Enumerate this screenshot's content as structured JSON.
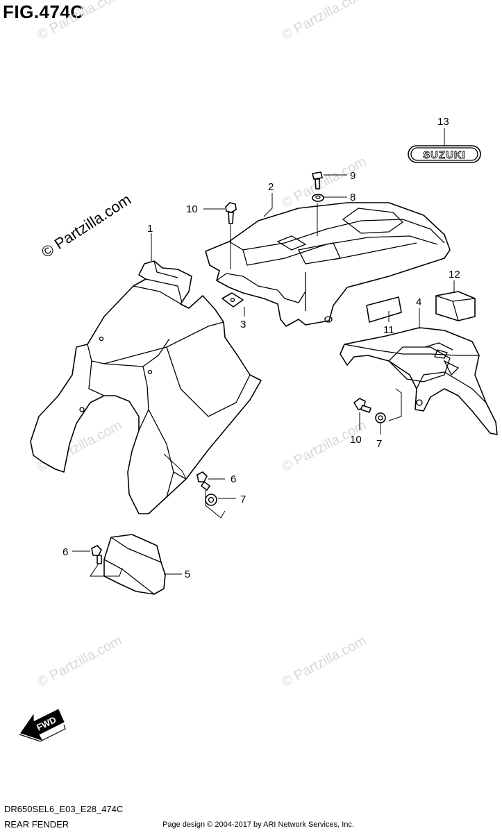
{
  "figure": {
    "title": "FIG.474C",
    "code": "DR650SEL6_E03_E28_474C",
    "name": "REAR FENDER",
    "credit": "Page design © 2004-2017 by ARI Network Services, Inc."
  },
  "watermark": {
    "text": "© Partzilla.com"
  },
  "emblem": {
    "text": "SUZUKI"
  },
  "direction_arrow": {
    "text": "FWD"
  },
  "callouts": [
    {
      "id": "c1",
      "label": "1"
    },
    {
      "id": "c2",
      "label": "2"
    },
    {
      "id": "c3",
      "label": "3"
    },
    {
      "id": "c4",
      "label": "4"
    },
    {
      "id": "c5",
      "label": "5"
    },
    {
      "id": "c6a",
      "label": "6"
    },
    {
      "id": "c6b",
      "label": "6"
    },
    {
      "id": "c7a",
      "label": "7"
    },
    {
      "id": "c7b",
      "label": "7"
    },
    {
      "id": "c8",
      "label": "8"
    },
    {
      "id": "c9",
      "label": "9"
    },
    {
      "id": "c10a",
      "label": "10"
    },
    {
      "id": "c10b",
      "label": "10"
    },
    {
      "id": "c11",
      "label": "11"
    },
    {
      "id": "c12",
      "label": "12"
    },
    {
      "id": "c13",
      "label": "13"
    }
  ]
}
